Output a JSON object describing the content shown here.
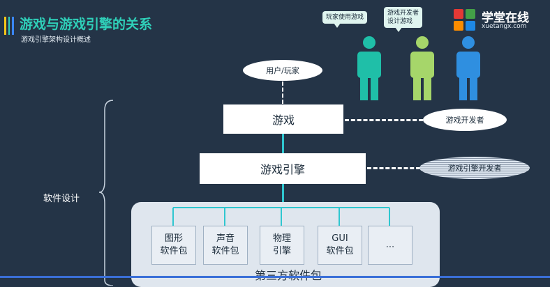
{
  "header": {
    "title": "游戏与游戏引擎的关系",
    "subtitle": "游戏引擎架构设计概述",
    "accent_colors": [
      "#f5c518",
      "#2fd0b9",
      "#3a86ff"
    ]
  },
  "logo": {
    "text": "学堂在线",
    "url_text": "xuetangx.com",
    "tile_colors": [
      "#e53935",
      "#43a047",
      "#fb8c00",
      "#1e88e5"
    ]
  },
  "people": [
    {
      "bubble": "玩家使用游戏",
      "color": "#1fbfa8"
    },
    {
      "bubble": "游戏开发者\n设计游戏",
      "color": "#a6d66a"
    },
    {
      "bubble": "",
      "color": "#2f8fe0"
    }
  ],
  "diagram": {
    "user_label": "用户/玩家",
    "game_label": "游戏",
    "engine_label": "游戏引擎",
    "game_dev_label": "游戏开发者",
    "engine_dev_label": "游戏引擎开发者",
    "software_design_label": "软件设计",
    "third_party_label": "第三方软件包",
    "packages": [
      "图形\n软件包",
      "声音\n软件包",
      "物理\n引擎",
      "GUI\n软件包",
      "..."
    ]
  }
}
